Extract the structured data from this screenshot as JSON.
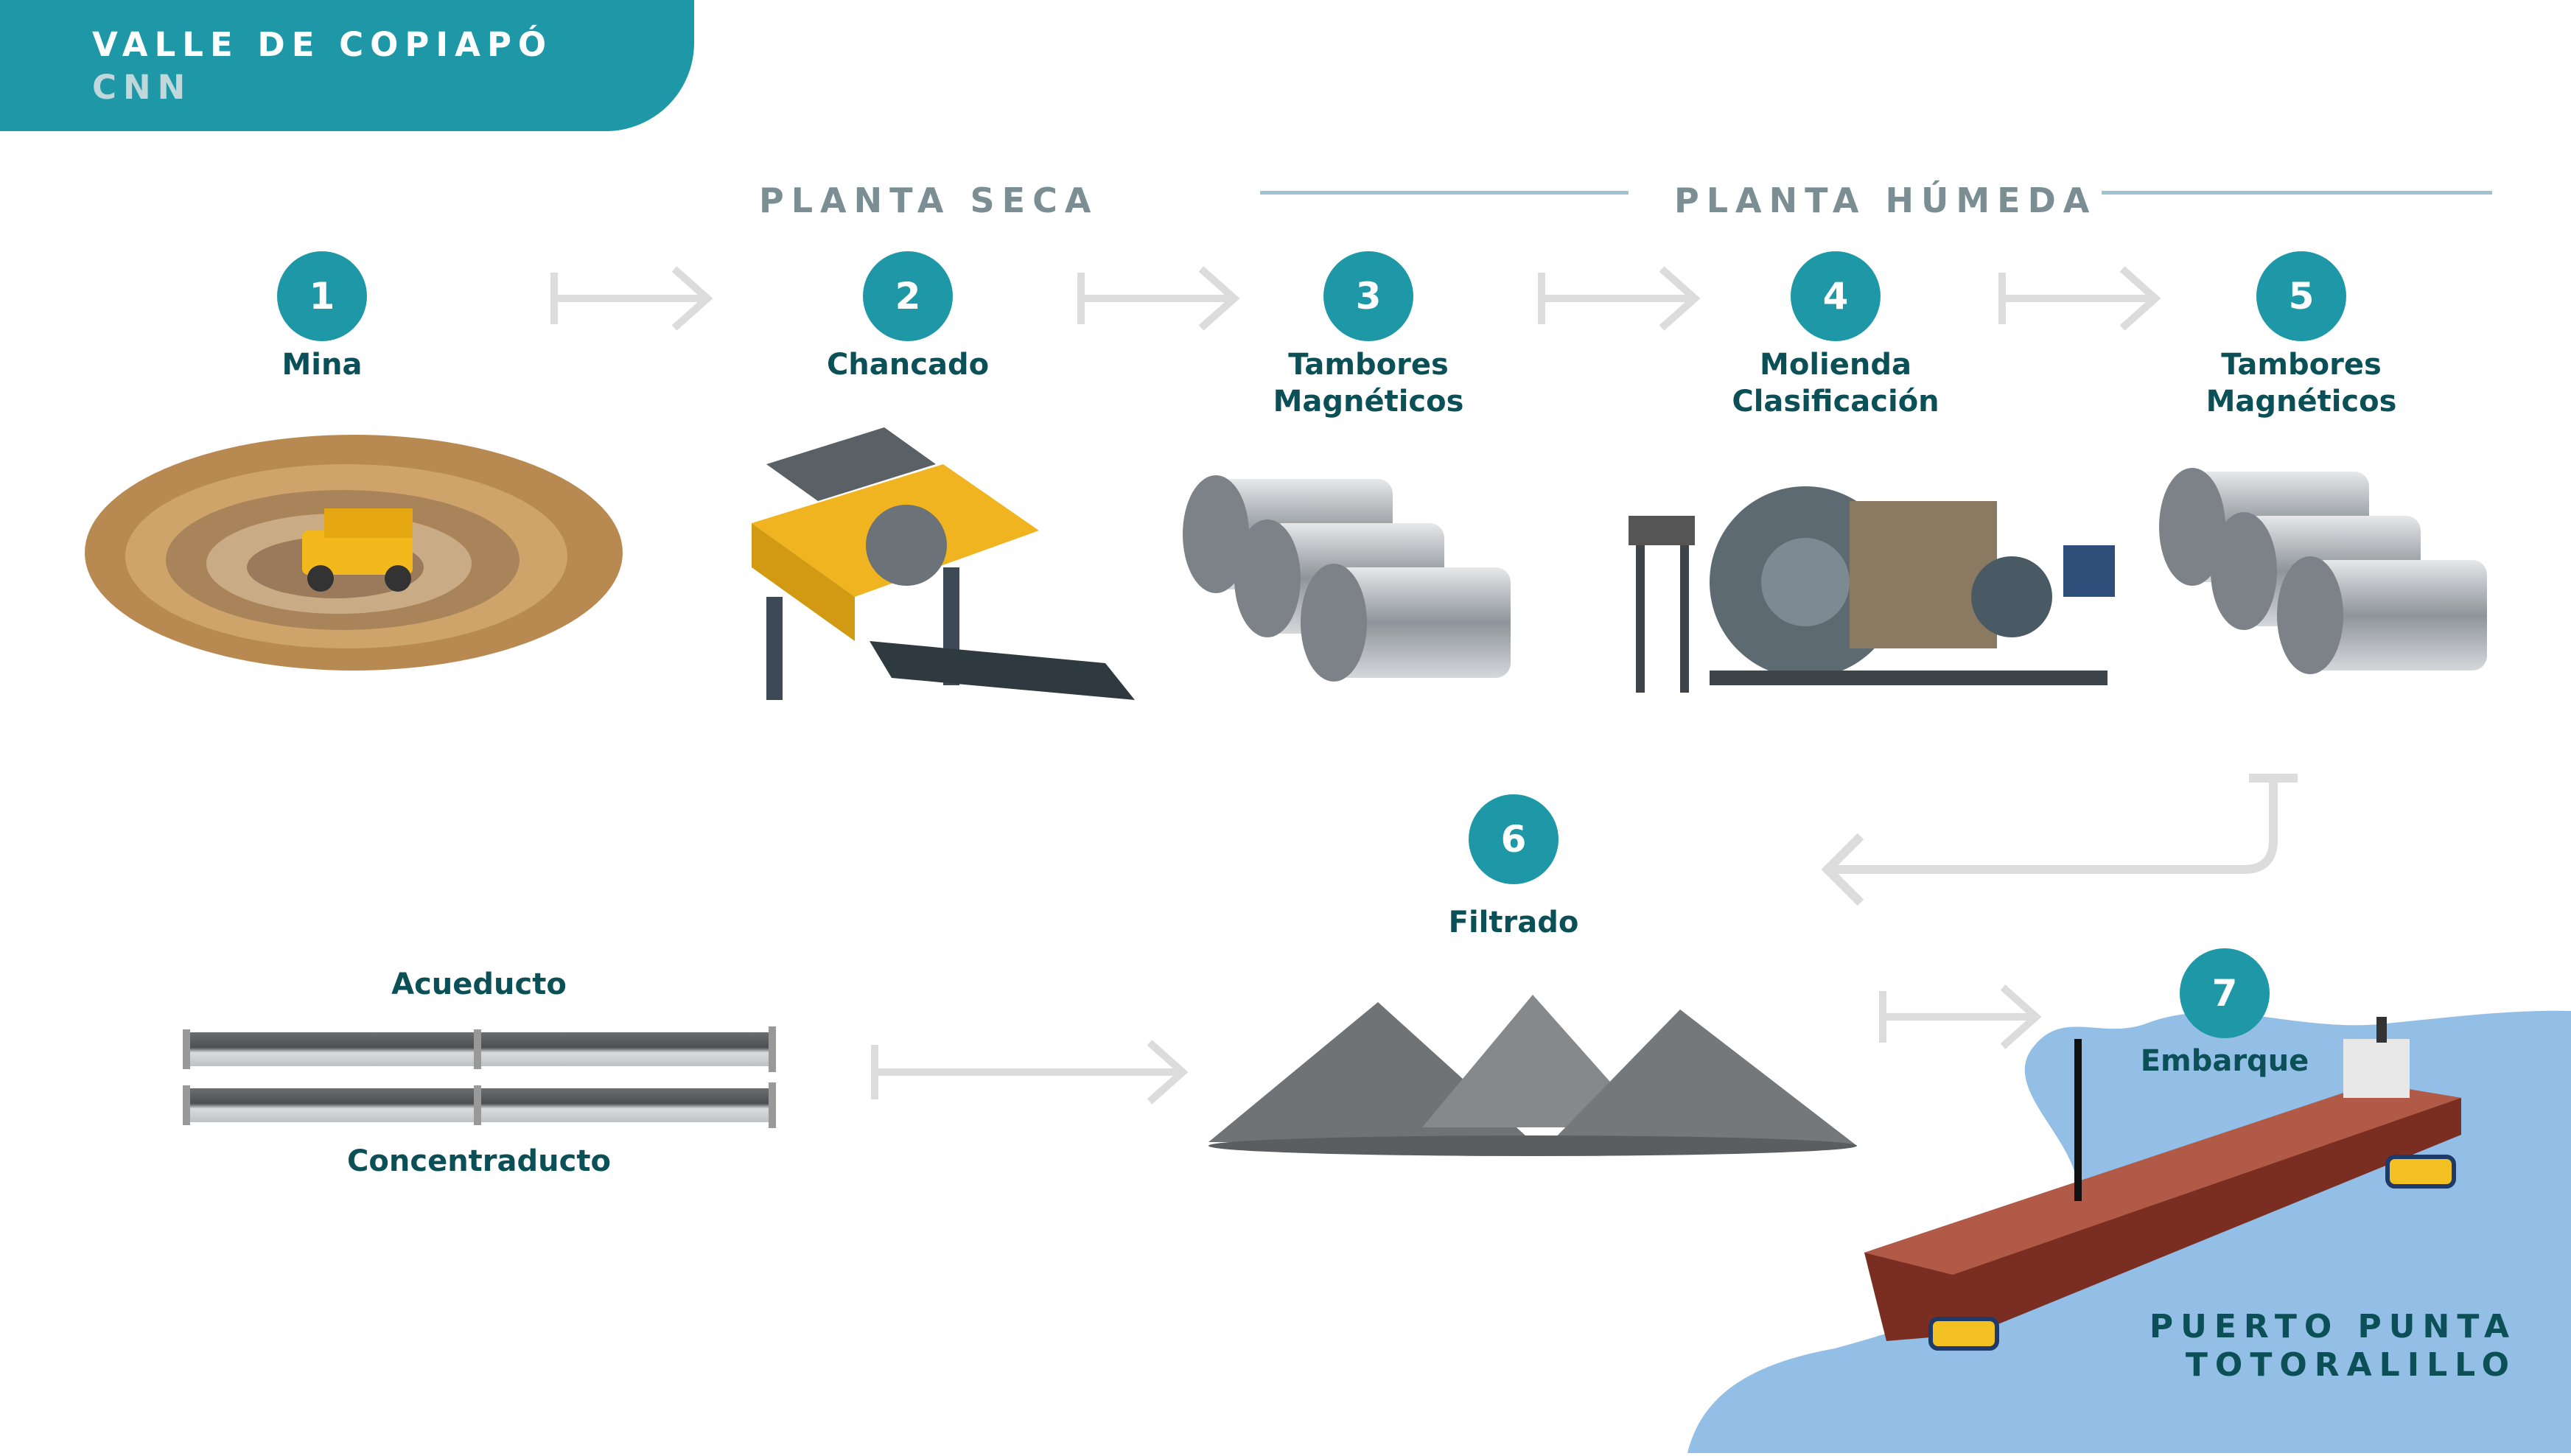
{
  "header": {
    "title": "VALLE DE COPIAPÓ",
    "subtitle": "CNN"
  },
  "sections": {
    "dry": "PLANTA SECA",
    "wet": "PLANTA HÚMEDA"
  },
  "steps": [
    {
      "number": "1",
      "label": "Mina",
      "icon": "open-pit-mine-icon"
    },
    {
      "number": "2",
      "label": "Chancado",
      "icon": "crusher-icon"
    },
    {
      "number": "3",
      "label_line1": "Tambores",
      "label_line2": "Magnéticos",
      "icon": "magnetic-drums-icon"
    },
    {
      "number": "4",
      "label_line1": "Molienda",
      "label_line2": "Clasificación",
      "icon": "grinding-mill-icon"
    },
    {
      "number": "5",
      "label_line1": "Tambores",
      "label_line2": "Magnéticos",
      "icon": "magnetic-drums-icon"
    },
    {
      "number": "6",
      "label": "Filtrado",
      "icon": "concentrate-piles-icon"
    },
    {
      "number": "7",
      "label": "Embarque",
      "icon": "bulk-carrier-ship-icon"
    }
  ],
  "pipelines": {
    "top": "Acueducto",
    "bottom": "Concentraducto"
  },
  "port": {
    "line1": "PUERTO PUNTA",
    "line2": "TOTORALILLO"
  },
  "colors": {
    "teal": "#1e98a7",
    "dark_teal": "#0b4f57",
    "arrow_gray": "#dcdcdc",
    "sea": "#93bfe6",
    "section_gray": "#7a8e94"
  }
}
